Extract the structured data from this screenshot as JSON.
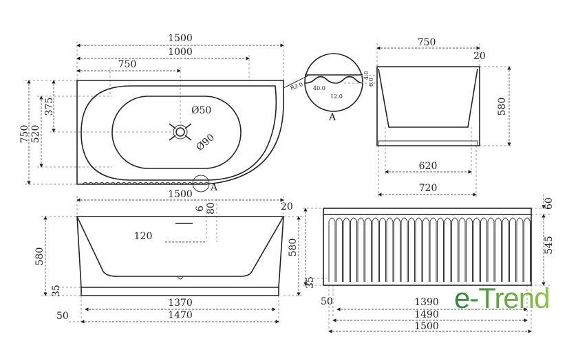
{
  "top_view": {
    "width_total": "1500",
    "width_1000": "1000",
    "width_750": "750",
    "height_750": "750",
    "height_520": "520",
    "height_375": "375",
    "drain_d50": "Ø50",
    "drain_d90": "Ø90",
    "detail_ref": "A"
  },
  "detail_a": {
    "radius": "R3.0",
    "pitch": "40.0",
    "width": "12.0",
    "depth1": "4.0",
    "depth2": "6.0",
    "label": "A"
  },
  "end_view": {
    "width_top": "750",
    "rim": "20",
    "height": "580",
    "inner_width": "620",
    "base_width": "720"
  },
  "front_view": {
    "width_total": "1500",
    "drain_6": "6",
    "drain_80": "80",
    "rim": "20",
    "overflow": "120",
    "height": "580",
    "base": "35",
    "base_len1": "1370",
    "base_len2": "1470",
    "offset": "50"
  },
  "panel_view": {
    "top": "60",
    "panel_height": "545",
    "height": "580",
    "base": "35",
    "offset": "50",
    "len1": "1390",
    "len2": "1490",
    "len3": "1500"
  },
  "logo": {
    "text": "e-Trend"
  }
}
